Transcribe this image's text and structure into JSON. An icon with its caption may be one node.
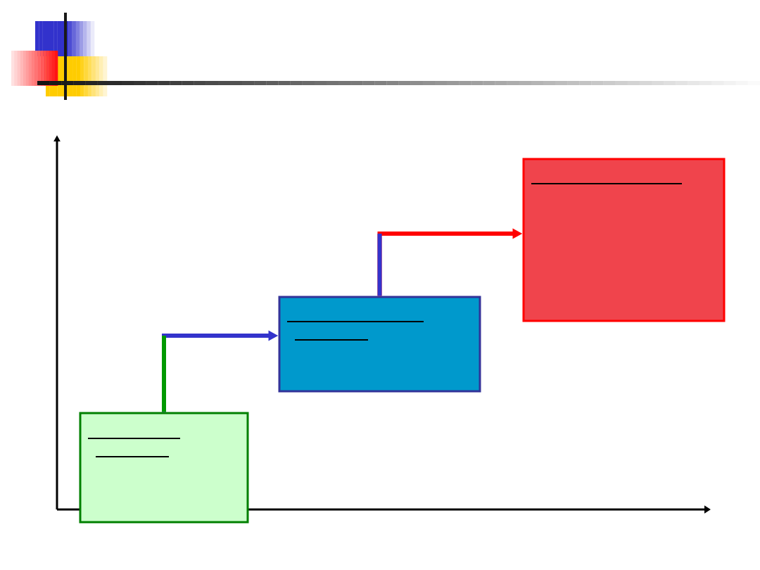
{
  "diagram": {
    "nodes": [
      {
        "text": [],
        "shape": "box"
      },
      {
        "text": [],
        "shape": "box"
      },
      {
        "text": [],
        "shape": "box"
      }
    ],
    "edges": [
      {
        "from": 0,
        "to": 1,
        "arrow": "to",
        "color": "#3333cc"
      },
      {
        "from": 1,
        "to": 2,
        "arrow": "to",
        "color": "#ff0000"
      }
    ]
  }
}
